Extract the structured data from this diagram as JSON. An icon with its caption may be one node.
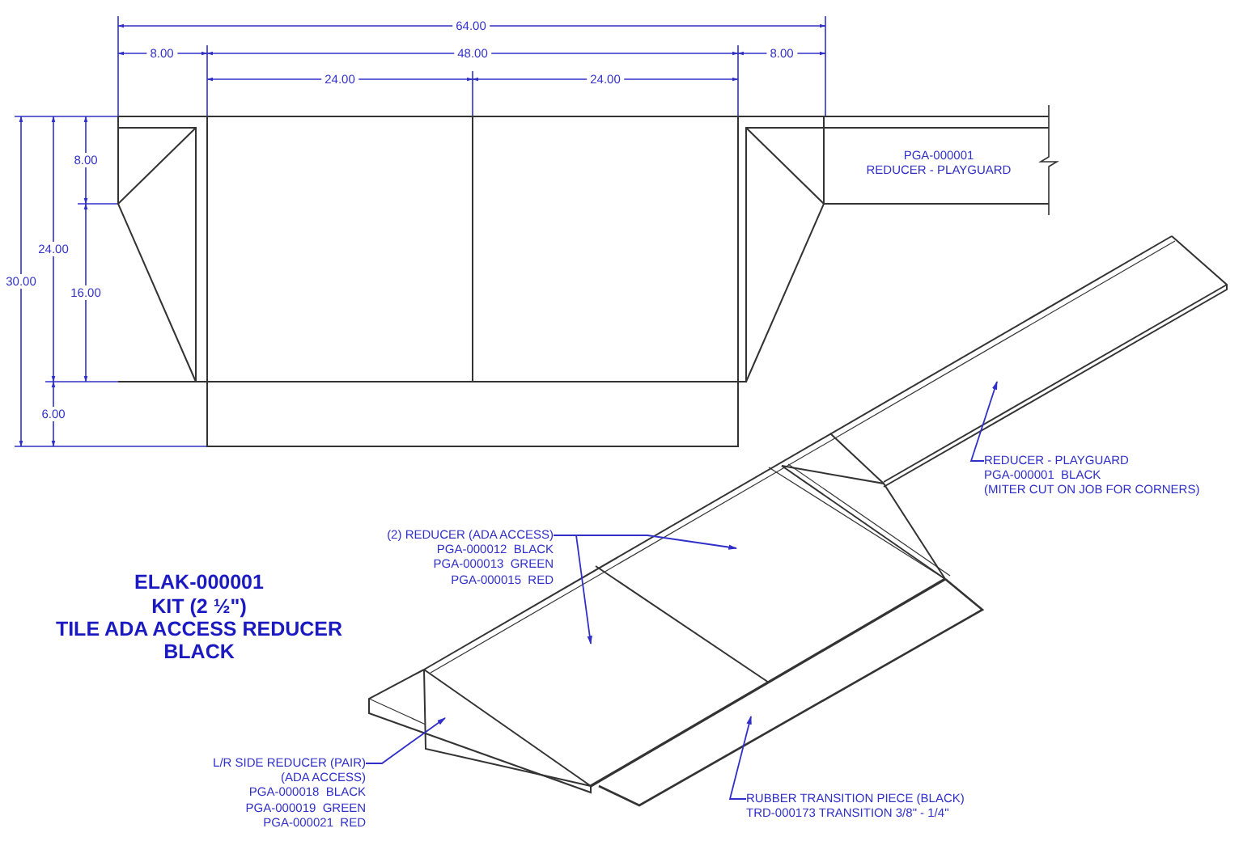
{
  "diagram": {
    "nodes": [
      {
        "text": [
          "(2) REDUCER (ADA ACCESS)",
          "PGA-000012  BLACK",
          "PGA-000013  GREEN",
          "PGA-000015  RED"
        ]
      },
      {
        "text": [
          "REDUCER - PLAYGUARD",
          "PGA-000001  BLACK",
          "(MITER CUT ON JOB FOR CORNERS)"
        ]
      },
      {
        "text": [
          "L/R SIDE REDUCER (PAIR)",
          "(ADA ACCESS)",
          "PGA-000018  BLACK",
          "PGA-000019  GREEN",
          "PGA-000021  RED"
        ]
      },
      {
        "text": [
          "RUBBER TRANSITION PIECE (BLACK)",
          "TRD-000173 TRANSITION 3/8\" - 1/4\""
        ]
      }
    ],
    "edges": [
      {
        "from": 0,
        "to": null,
        "arrow": "to"
      },
      {
        "from": 0,
        "to": null,
        "arrow": "to"
      },
      {
        "from": 1,
        "to": null,
        "arrow": "to"
      },
      {
        "from": 2,
        "to": null,
        "arrow": "to"
      },
      {
        "from": 3,
        "to": null,
        "arrow": "to"
      }
    ],
    "labels": [
      "64.00",
      "8.00",
      "48.00",
      "8.00",
      "24.00",
      "24.00",
      "8.00",
      "24.00",
      "30.00",
      "16.00",
      "6.00",
      "PGA-000001",
      "REDUCER - PLAYGUARD",
      "ELAK-000001",
      "KIT (2 ½\")",
      "TILE ADA ACCESS REDUCER",
      "BLACK"
    ]
  }
}
